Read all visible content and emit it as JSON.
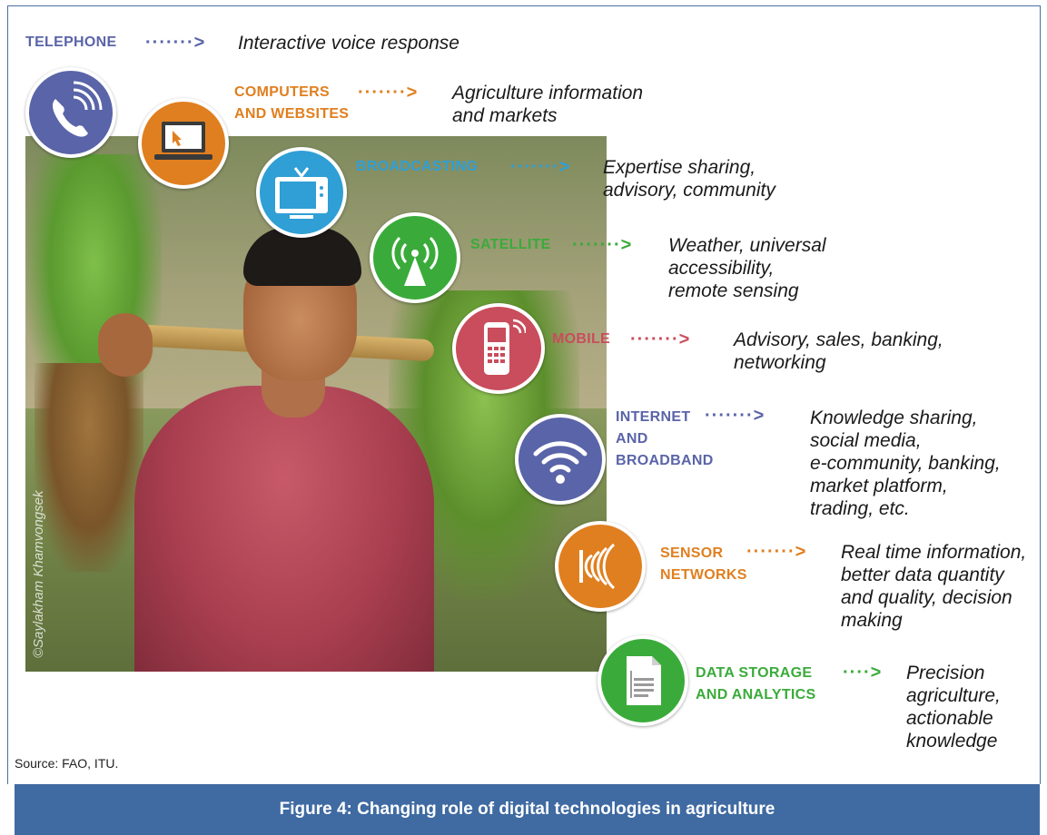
{
  "rows": [
    {
      "label": "TELEPHONE",
      "arrow": "·······>",
      "desc": "Interactive voice response",
      "color": "#5a64a8",
      "icon": "phone-icon"
    },
    {
      "label": "COMPUTERS\nAND WEBSITES",
      "arrow": "·······>",
      "desc": "Agriculture information\nand markets",
      "color": "#e07f1f",
      "icon": "laptop-icon"
    },
    {
      "label": "BROADCASTING",
      "arrow": "·······>",
      "desc": "Expertise sharing,\nadvisory, community",
      "color": "#2f9fd6",
      "icon": "tv-icon"
    },
    {
      "label": "SATELLITE",
      "arrow": "·······>",
      "desc": "Weather, universal\naccessibility,\nremote sensing",
      "color": "#3aab3a",
      "icon": "satellite-icon"
    },
    {
      "label": "MOBILE",
      "arrow": "·······>",
      "desc": "Advisory, sales, banking,\n networking",
      "color": "#c94d5c",
      "icon": "mobile-icon"
    },
    {
      "label": "INTERNET\nAND\nBROADBAND",
      "arrow": "·······>",
      "desc": "Knowledge sharing,\nsocial media,\ne-community, banking,\nmarket platform,\ntrading, etc.",
      "color": "#5a64a8",
      "icon": "wifi-icon"
    },
    {
      "label": "SENSOR\nNETWORKS",
      "arrow": "·······>",
      "desc": "Real time information,\nbetter data quantity\nand quality, decision\nmaking",
      "color": "#e07f1f",
      "icon": "sensor-icon"
    },
    {
      "label": "DATA STORAGE\nAND ANALYTICS",
      "arrow": "····>",
      "desc": "Precision\nagriculture,\nactionable\nknowledge",
      "color": "#3aab3a",
      "icon": "document-icon"
    }
  ],
  "photo_credit": "©Saylakham Khamvongsek",
  "source": "Source: FAO, ITU.",
  "caption": "Figure 4: Changing role of digital technologies in agriculture",
  "caption_bar_color": "#3f6aa2"
}
